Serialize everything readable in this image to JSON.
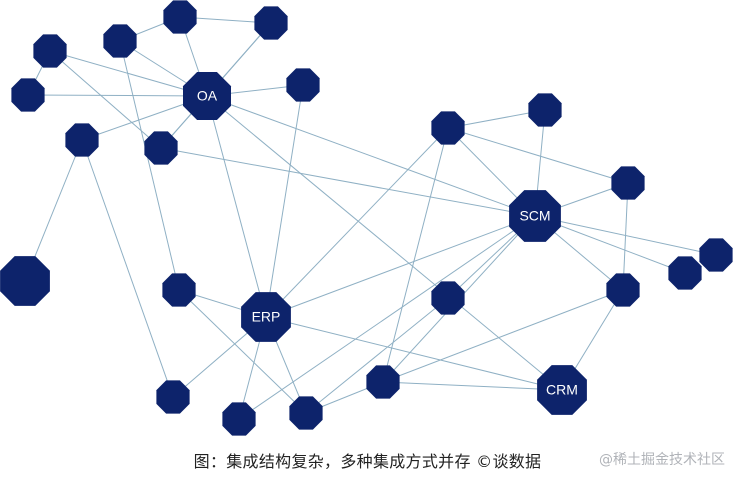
{
  "diagram": {
    "node_color": "#0d236b",
    "edge_color": "#8fb0c4",
    "hubs": [
      {
        "id": "oa",
        "label": "OA"
      },
      {
        "id": "scm",
        "label": "SCM"
      },
      {
        "id": "erp",
        "label": "ERP"
      },
      {
        "id": "crm",
        "label": "CRM"
      }
    ]
  },
  "caption": "图：集成结构复杂，多种集成方式并存 ©谈数据",
  "watermark": "@稀土掘金技术社区"
}
